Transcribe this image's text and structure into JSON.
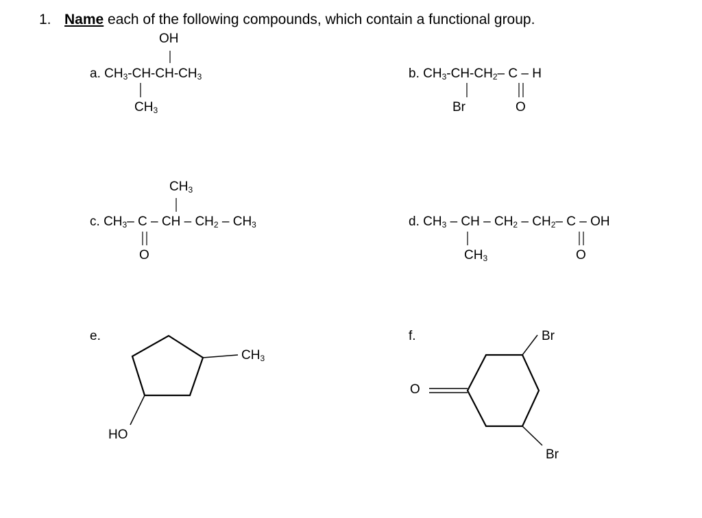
{
  "question": {
    "number": "1.",
    "emphasis": "Name",
    "text": " each of the following compounds, which contain a functional group."
  },
  "compounds": {
    "a": {
      "label": "a.",
      "main_prefix": "CH",
      "main_suffix": "-CH-CH-CH",
      "top": "OH",
      "bottom": "CH"
    },
    "b": {
      "label": "b.",
      "c1": "CH",
      "c2": "-CH-CH",
      "c3": "– C – H",
      "bottom_br": "Br",
      "bottom_o": "O"
    },
    "c": {
      "label": "c.",
      "top": "CH",
      "c1": "CH",
      "c2": "– C – CH – CH",
      "c3": "– CH",
      "bottom_o": "O"
    },
    "d": {
      "label": "d.",
      "c1": "CH",
      "c2": "– CH – CH",
      "c3": "– CH",
      "c4": "– C – OH",
      "bottom": "CH",
      "bottom_o": "O"
    },
    "e": {
      "label": "e.",
      "substituent": "CH",
      "oh": "HO"
    },
    "f": {
      "label": "f.",
      "oxygen": "O",
      "br_top": "Br",
      "br_bottom": "Br"
    }
  },
  "subscripts": {
    "three": "3",
    "two": "2"
  }
}
